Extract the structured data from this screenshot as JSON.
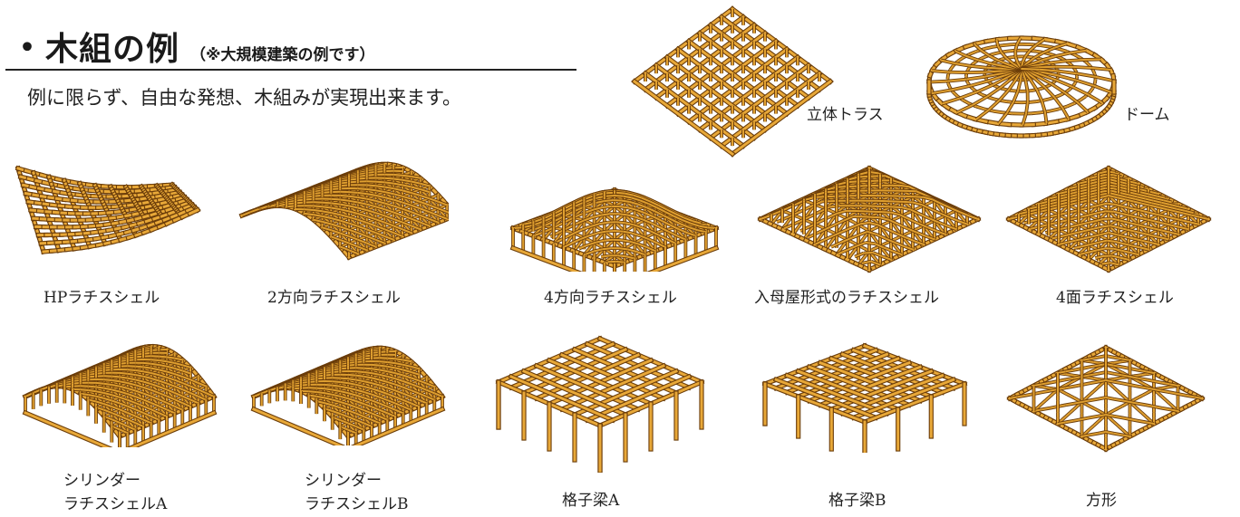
{
  "heading": {
    "bullet": "・",
    "title": "木組の例",
    "note": "（※大規模建築の例です）"
  },
  "subtitle": "例に限らず、自由な発想、木組みが実現出来ます。",
  "colors": {
    "wood_light": "#e8a838",
    "wood_dark": "#6b3d0a",
    "text": "#222222"
  },
  "figures": [
    {
      "key": "space_truss",
      "caption": "立体トラス",
      "icon": "space-truss-illustration"
    },
    {
      "key": "dome",
      "caption": "ドーム",
      "icon": "dome-illustration"
    },
    {
      "key": "hp_lattice",
      "caption": "HPラチスシェル",
      "icon": "hp-lattice-shell-illustration"
    },
    {
      "key": "two_way",
      "caption": "2方向ラチスシェル",
      "icon": "two-way-lattice-shell-illustration"
    },
    {
      "key": "four_way",
      "caption": "4方向ラチスシェル",
      "icon": "four-way-lattice-shell-illustration"
    },
    {
      "key": "irimoya",
      "caption": "入母屋形式のラチスシェル",
      "icon": "irimoya-lattice-shell-illustration"
    },
    {
      "key": "four_face",
      "caption": "4面ラチスシェル",
      "icon": "four-face-lattice-shell-illustration"
    },
    {
      "key": "cylinder_a",
      "caption_line1": "シリンダー",
      "caption_line2": "ラチスシェルA",
      "icon": "cylinder-lattice-shell-a-illustration"
    },
    {
      "key": "cylinder_b",
      "caption_line1": "シリンダー",
      "caption_line2": "ラチスシェルB",
      "icon": "cylinder-lattice-shell-b-illustration"
    },
    {
      "key": "grid_a",
      "caption": "格子梁A",
      "icon": "grid-beam-a-illustration"
    },
    {
      "key": "grid_b",
      "caption": "格子梁B",
      "icon": "grid-beam-b-illustration"
    },
    {
      "key": "hogyo",
      "caption": "方形",
      "icon": "square-pyramid-roof-illustration"
    }
  ]
}
